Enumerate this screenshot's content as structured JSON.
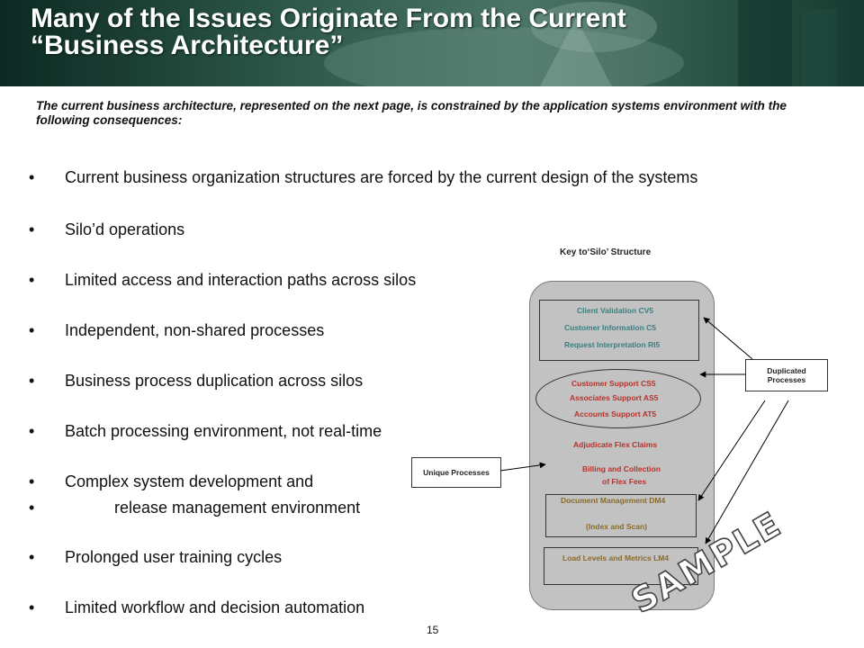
{
  "header": {
    "title_line1": "Many of the Issues Originate From the Current",
    "title_line2": "“Business Architecture”"
  },
  "intro": "The current business architecture, represented on the next page, is constrained by the application systems environment with the following consequences:",
  "bullets": [
    "Current business organization structures are forced by the current design of the systems",
    "Silo’d operations",
    "Limited access and interaction paths across silos",
    "Independent, non-shared  processes",
    "Business process duplication across silos",
    "Batch processing environment, not real-time",
    "Complex system development and",
    "           release management environment",
    "Prolonged user training cycles",
    "Limited workflow and decision automation"
  ],
  "bullet_symbol": "•",
  "diagram": {
    "key_title": "Key to‘Silo’ Structure",
    "top_box": [
      "Client Validation CV5",
      "Customer Information C5",
      "Request Interpretation RI5"
    ],
    "ellipse": [
      "Customer Support CS5",
      "Associates  Support AS5",
      "Accounts Support AT5"
    ],
    "adjudicate": "Adjudicate Flex Claims",
    "billing": [
      "Billing and Collection",
      "of Flex Fees"
    ],
    "document_box": [
      "Document Management DM4",
      "(Index and  Scan)"
    ],
    "load_box": "Load Levels and Metrics LM4",
    "unique_label": "Unique Processes",
    "duplicated_label": [
      "Duplicated",
      "Processes"
    ],
    "watermark": "SAMPLE"
  },
  "page_number": "15",
  "colors": {
    "banner": "#2f5a4c",
    "teal_text": "#3a7f7f",
    "red_text": "#b8322b",
    "olive_text": "#8a6a2a",
    "silo_fill": "#c2c2c2"
  }
}
